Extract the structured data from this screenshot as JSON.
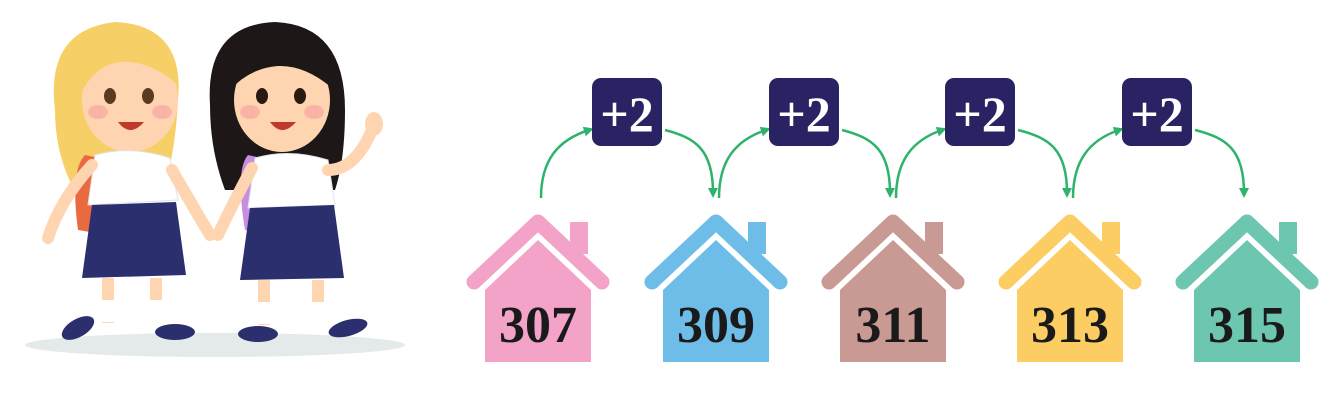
{
  "colors": {
    "badge": "#2a2363",
    "arrow": "#2db36b",
    "houses": [
      "#f2a3c7",
      "#6dbde8",
      "#c99a93",
      "#fccd63",
      "#6cc6b0"
    ]
  },
  "houses": [
    {
      "number": "307"
    },
    {
      "number": "309"
    },
    {
      "number": "311"
    },
    {
      "number": "313"
    },
    {
      "number": "315"
    }
  ],
  "steps": [
    {
      "label": "+2"
    },
    {
      "label": "+2"
    },
    {
      "label": "+2"
    },
    {
      "label": "+2"
    }
  ]
}
